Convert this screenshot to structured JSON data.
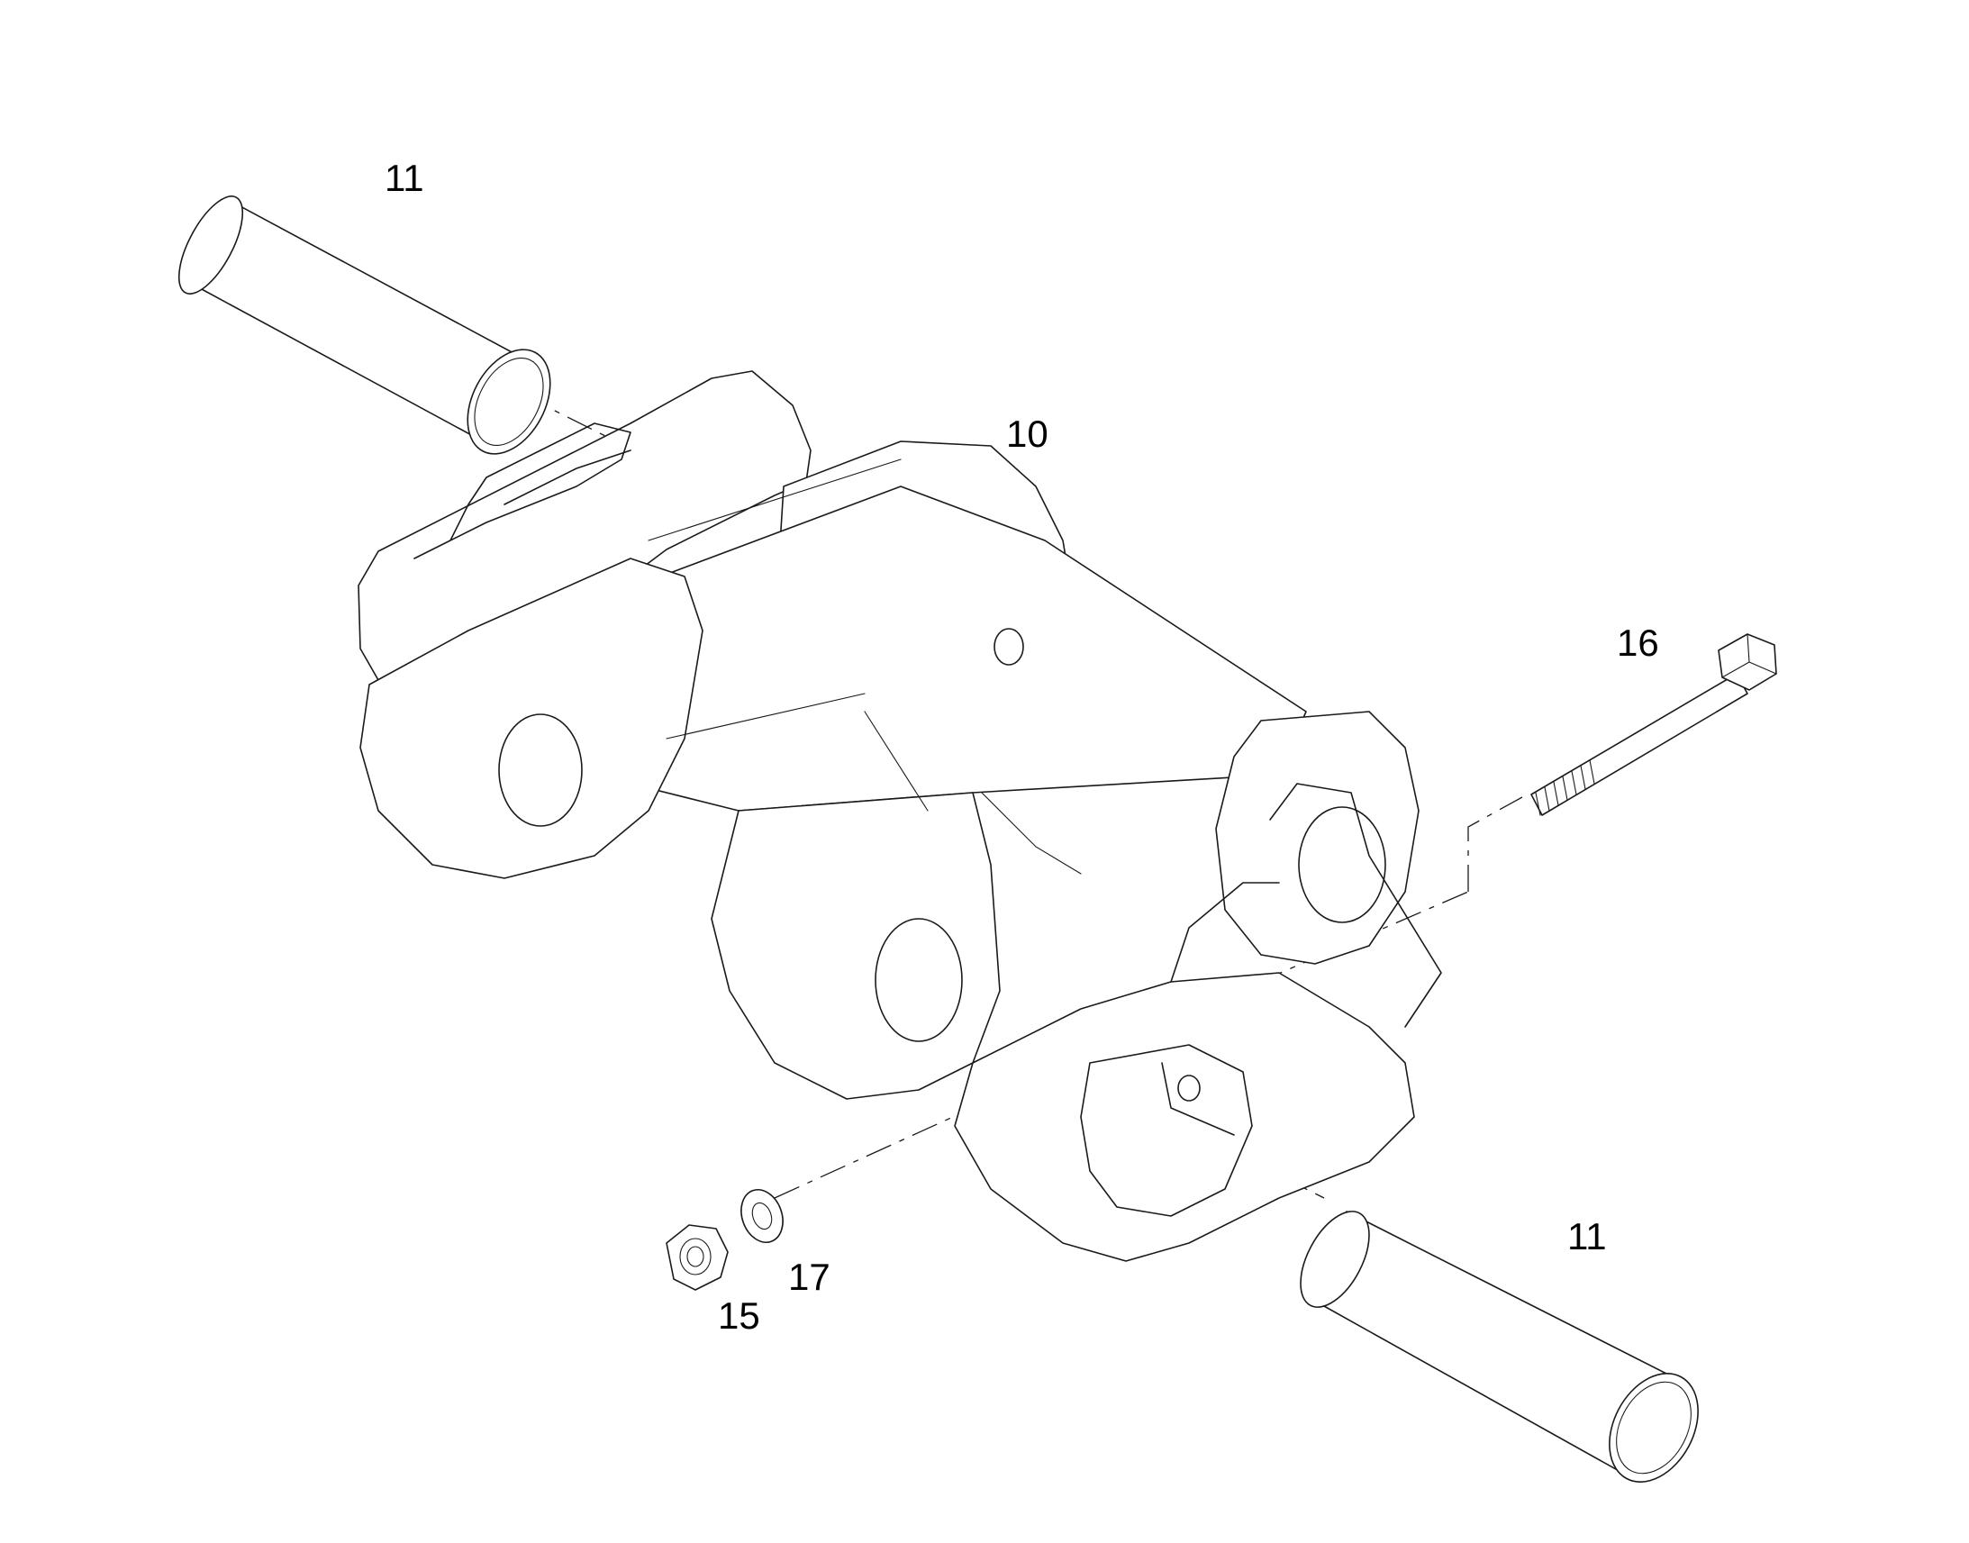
{
  "callouts": {
    "link_body": "10",
    "pin_top": "11",
    "pin_bottom": "11",
    "bolt": "16",
    "nut": "15",
    "washer": "17"
  }
}
